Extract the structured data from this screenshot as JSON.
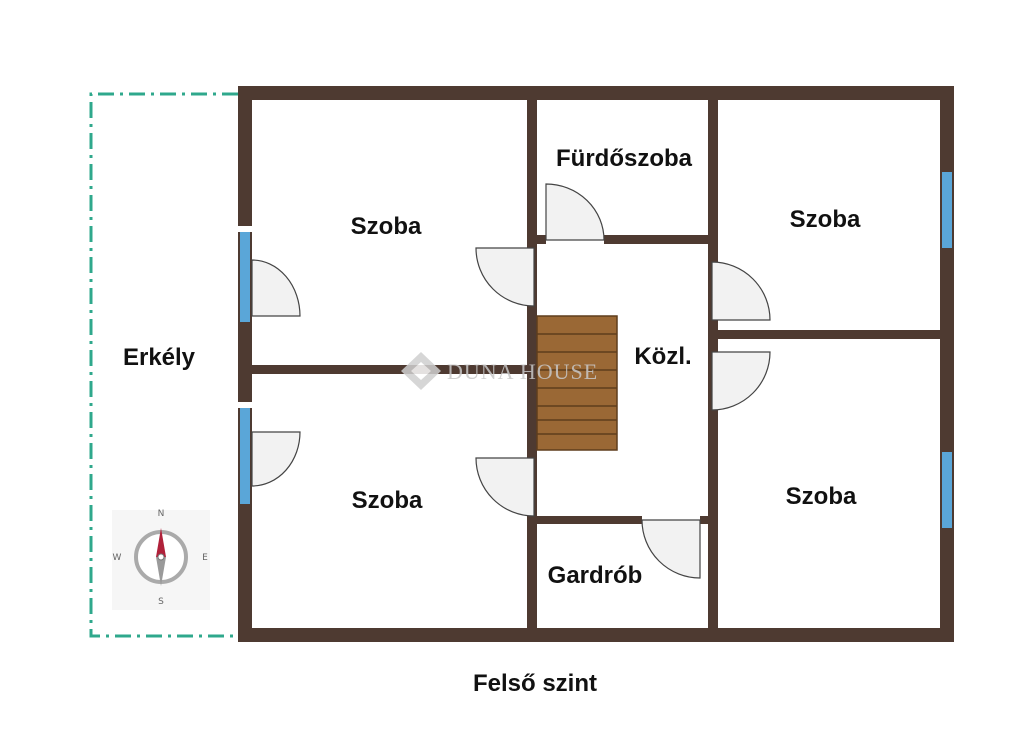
{
  "floor_caption": "Felső szint",
  "rooms": {
    "balcony": "Erkély",
    "room_top_left": "Szoba",
    "room_bottom_left": "Szoba",
    "bathroom": "Fürdőszoba",
    "hallway": "Közl.",
    "wardrobe": "Gardrób",
    "room_top_right": "Szoba",
    "room_bottom_right": "Szoba"
  },
  "watermark": "DUNA HOUSE",
  "compass": {
    "north": "N",
    "south": "S",
    "east": "E",
    "west": "W"
  },
  "colors": {
    "wall": "#4e3a31",
    "window": "#5aa6d8",
    "stairs": "#9a6835",
    "balcony_outline": "#2fa88c",
    "door_fill": "#f2f2f2"
  }
}
